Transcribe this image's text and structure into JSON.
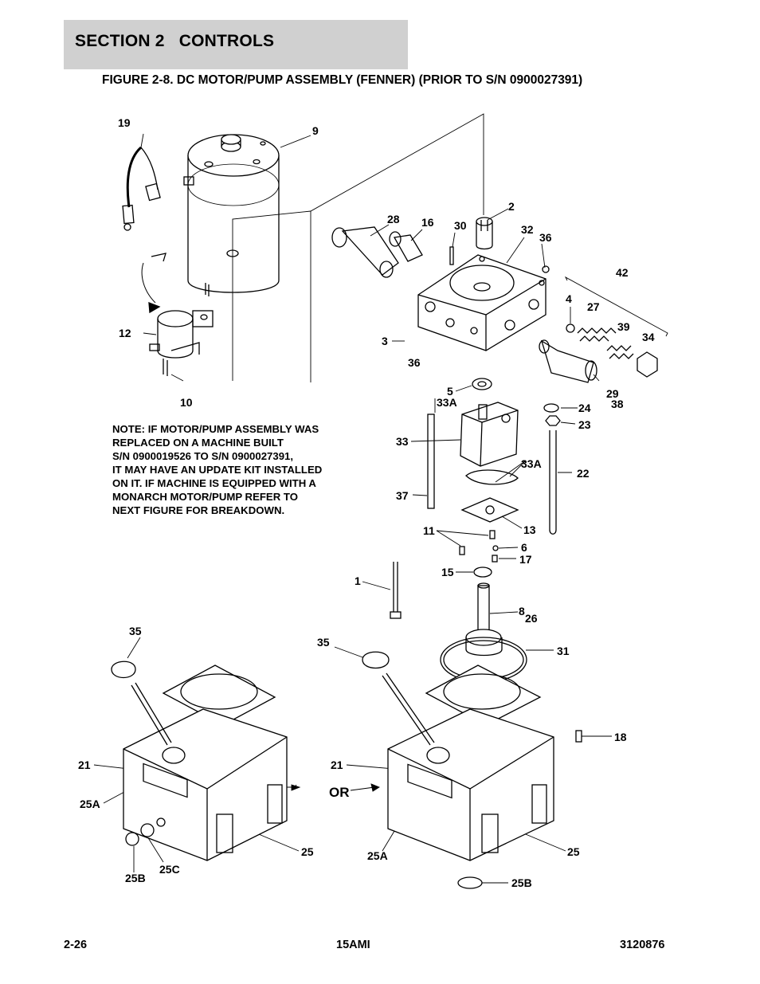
{
  "header": {
    "section_title": "SECTION 2   CONTROLS",
    "figure_title": "FIGURE 2-8. DC MOTOR/PUMP ASSEMBLY (FENNER) (PRIOR TO S/N 0900027391)"
  },
  "note_lines": [
    "NOTE: IF MOTOR/PUMP ASSEMBLY WAS",
    "REPLACED ON A MACHINE BUILT",
    "S/N 0900019526 TO S/N 0900027391,",
    "IT MAY HAVE AN UPDATE KIT INSTALLED",
    "ON IT.  IF MACHINE IS EQUIPPED WITH A",
    "MONARCH MOTOR/PUMP REFER TO",
    "NEXT FIGURE FOR BREAKDOWN."
  ],
  "callouts": [
    "19",
    "9",
    "2",
    "28",
    "16",
    "30",
    "32",
    "36",
    "42",
    "4",
    "27",
    "39",
    "34",
    "12",
    "3",
    "36",
    "10",
    "5",
    "33A",
    "24",
    "23",
    "29",
    "38",
    "33",
    "33A",
    "22",
    "37",
    "13",
    "11",
    "6",
    "17",
    "15",
    "1",
    "8",
    "26",
    "35",
    "31",
    "35",
    "18",
    "21",
    "21",
    "OR",
    "25A",
    "25",
    "25A",
    "25",
    "25B",
    "25C",
    "25B"
  ],
  "footer": {
    "page": "2-26",
    "model": "15AMI",
    "doc_number": "3120876"
  }
}
